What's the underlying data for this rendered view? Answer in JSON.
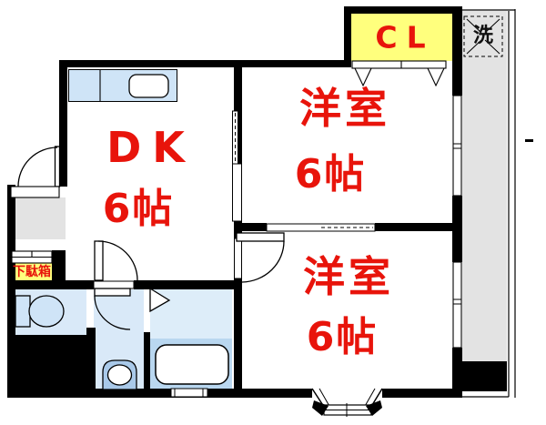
{
  "plan_title": "apartment-floorplan",
  "rooms": {
    "dk": {
      "name": "DK",
      "size": "6帖"
    },
    "western1": {
      "name": "洋室",
      "size": "6帖"
    },
    "western2": {
      "name": "洋室",
      "size": "6帖"
    }
  },
  "closet": {
    "label": "CL"
  },
  "laundry": {
    "label": "洗"
  },
  "shoe_cabinet": {
    "label": "下駄箱"
  },
  "colors": {
    "label_red": "#e8140b",
    "closet_yellow": "#ffff7d",
    "room_blue_light": "#d9e9f8",
    "room_blue_mid": "#b9d7f0",
    "counter_blue": "#cfe4f7",
    "floor_gray": "#e3e3e3",
    "wall_black": "#000000"
  }
}
